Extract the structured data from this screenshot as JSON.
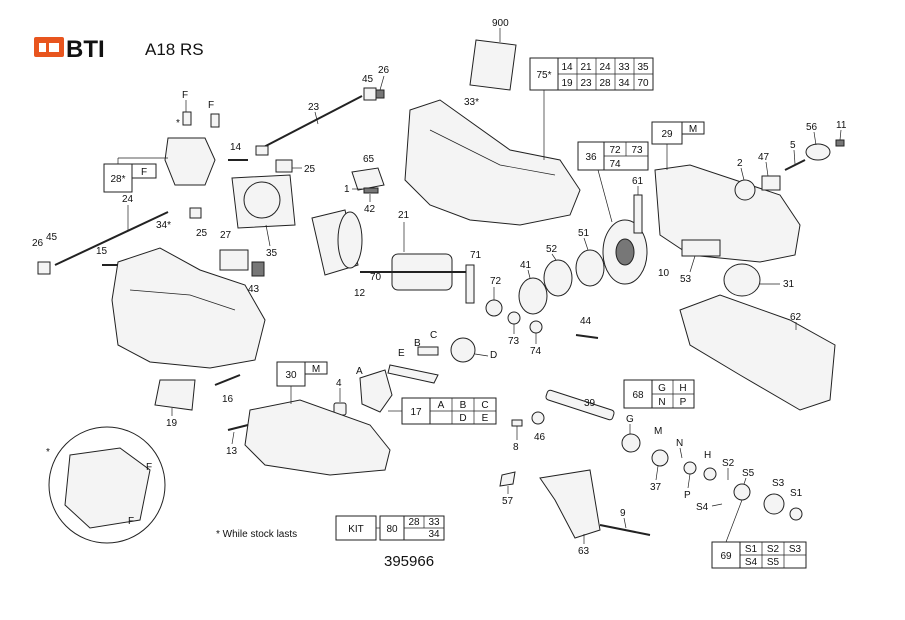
{
  "header": {
    "brand": "BTI",
    "model": "A18 RS",
    "brand_color": "#e8551e"
  },
  "footer": {
    "drawing_number": "395966",
    "note": "* While stock lasts"
  },
  "callouts": {
    "c900": "900",
    "c45a": "45",
    "c26a": "26",
    "c23": "23",
    "c33": "33*",
    "cFa": "F",
    "cFb": "F",
    "cStar": "*",
    "c14": "14",
    "c25a": "25",
    "c65": "65",
    "c1": "1",
    "c42": "42",
    "c24": "24",
    "c34": "34*",
    "c25b": "25",
    "c27": "27",
    "c35": "35",
    "c21": "21",
    "c26b": "26",
    "c45b": "45",
    "c15": "15",
    "c43": "43",
    "c70": "70",
    "c12": "12",
    "c71": "71",
    "c72": "72",
    "c41": "41",
    "c52": "52",
    "c51": "51",
    "c61": "61",
    "c10": "10",
    "c53": "53",
    "c2": "2",
    "c47": "47",
    "c5": "5",
    "c56": "56",
    "c11": "11",
    "c31": "31",
    "c62": "62",
    "c44": "44",
    "c73": "73",
    "c74": "74",
    "cB": "B",
    "cC": "C",
    "cE": "E",
    "cD": "D",
    "cA": "A",
    "c4": "4",
    "c16": "16",
    "c19": "19",
    "c13": "13",
    "c39": "39",
    "c46": "46",
    "c8": "8",
    "cG": "G",
    "cM": "M",
    "cN": "N",
    "cH": "H",
    "cS2": "S2",
    "cS5": "S5",
    "cS3": "S3",
    "cS1": "S1",
    "cS4": "S4",
    "c37": "37",
    "cP": "P",
    "c57": "57",
    "c63": "63",
    "c9": "9",
    "cStar2": "*",
    "cF1": "F",
    "cF2": "F"
  },
  "kits": {
    "k75": {
      "id": "75*",
      "cells": [
        "14",
        "21",
        "24",
        "33",
        "35",
        "19",
        "23",
        "28",
        "34",
        "70"
      ]
    },
    "k29": {
      "id": "29",
      "cells": [
        "M"
      ]
    },
    "k36": {
      "id": "36",
      "cells": [
        "72",
        "73",
        "74"
      ]
    },
    "k28": {
      "id": "28*",
      "cells": [
        "F"
      ]
    },
    "k30": {
      "id": "30",
      "cells": [
        "M"
      ]
    },
    "k17": {
      "id": "17",
      "cells": [
        "A",
        "B",
        "C",
        "D",
        "E"
      ]
    },
    "k68": {
      "id": "68",
      "cells": [
        "G",
        "H",
        "N",
        "P"
      ]
    },
    "kKIT": {
      "id": "KIT",
      "cells": [
        "80",
        "28",
        "33",
        "34"
      ]
    },
    "k69": {
      "id": "69",
      "cells": [
        "S1",
        "S2",
        "S3",
        "S4",
        "S5"
      ]
    }
  }
}
